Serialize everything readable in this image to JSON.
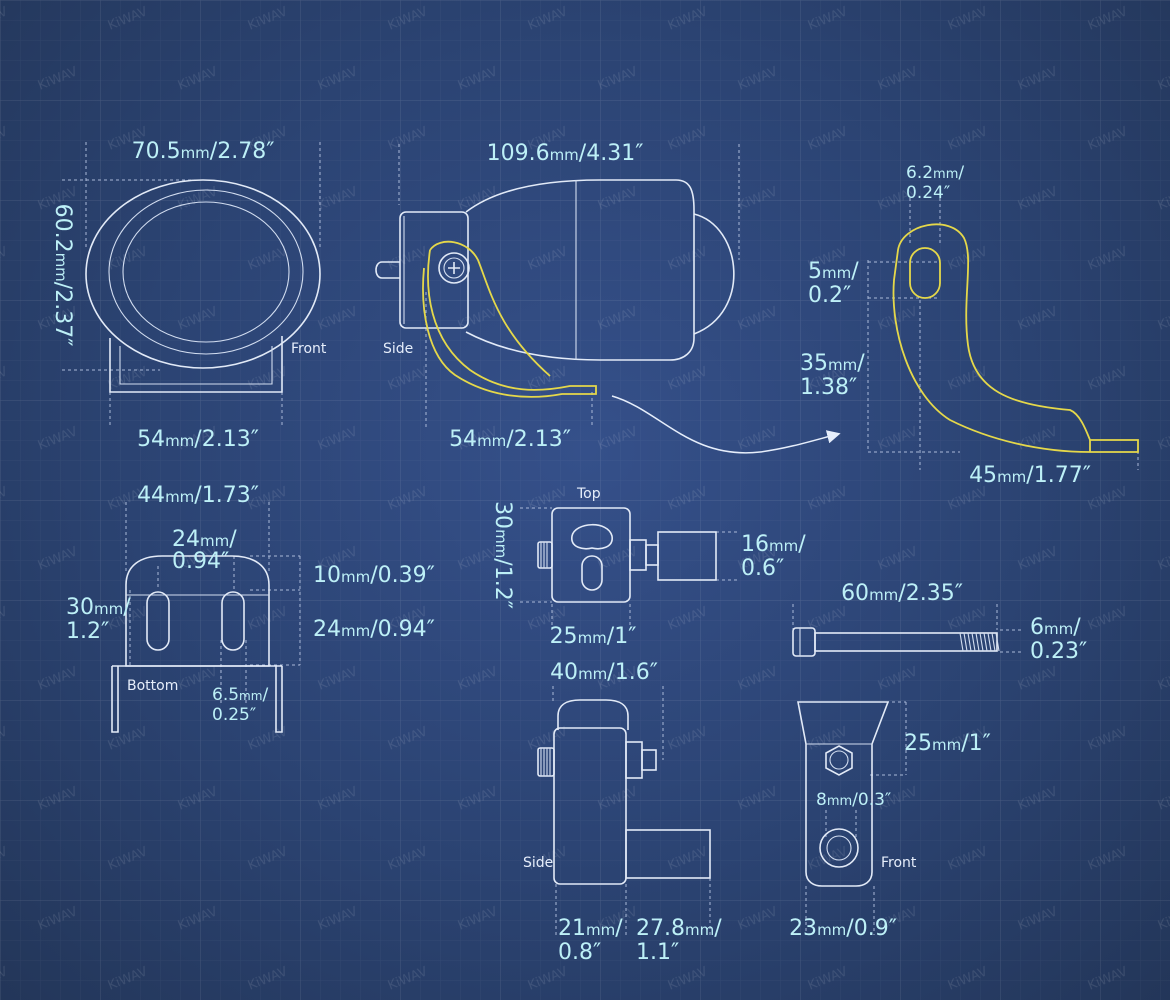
{
  "watermark": "KiWAV",
  "colors": {
    "background": "#2b4372",
    "dimension_text": "#bdf0f7",
    "outline": "#e2eaf7",
    "bracket_highlight": "#e5d84a"
  },
  "labels": {
    "front": "Front",
    "side": "Side",
    "top": "Top",
    "bottom": "Bottom"
  },
  "dimensions": {
    "front_width_top": {
      "value": "70.5",
      "unit": "mm",
      "imperial": "2.78″"
    },
    "front_height": {
      "value": "60.2",
      "unit": "mm",
      "imperial": "2.37″"
    },
    "front_width_base": {
      "value": "54",
      "unit": "mm",
      "imperial": "2.13″"
    },
    "side_length": {
      "value": "109.6",
      "unit": "mm",
      "imperial": "4.31″"
    },
    "side_base": {
      "value": "54",
      "unit": "mm",
      "imperial": "2.13″"
    },
    "bracket_slot_width": {
      "value": "6.2",
      "unit": "mm",
      "imperial": "0.24″"
    },
    "bracket_slot_len": {
      "value": "5",
      "unit": "mm",
      "imperial": "0.2″"
    },
    "bracket_height": {
      "value": "35",
      "unit": "mm",
      "imperial": "1.38″"
    },
    "bracket_foot": {
      "value": "45",
      "unit": "mm",
      "imperial": "1.77″"
    },
    "bottom_width": {
      "value": "44",
      "unit": "mm",
      "imperial": "1.73″"
    },
    "bottom_slot_space": {
      "value": "24",
      "unit": "mm",
      "imperial": "0.94″"
    },
    "bottom_top_gap": {
      "value": "10",
      "unit": "mm",
      "imperial": "0.39″"
    },
    "bottom_slot_height": {
      "value": "24",
      "unit": "mm",
      "imperial": "0.94″"
    },
    "bottom_height": {
      "value": "30",
      "unit": "mm",
      "imperial": "1.2″"
    },
    "bottom_slot_width": {
      "value": "6.5",
      "unit": "mm",
      "imperial": "0.25″"
    },
    "clamp_top_height": {
      "value": "30",
      "unit": "mm",
      "imperial": "1.2″"
    },
    "clamp_top_bolt": {
      "value": "16",
      "unit": "mm",
      "imperial": "0.6″"
    },
    "clamp_top_width": {
      "value": "25",
      "unit": "mm",
      "imperial": "1″"
    },
    "clamp_side_width": {
      "value": "40",
      "unit": "mm",
      "imperial": "1.6″"
    },
    "clamp_side_body": {
      "value": "21",
      "unit": "mm",
      "imperial": "0.8″"
    },
    "clamp_side_tab": {
      "value": "27.8",
      "unit": "mm",
      "imperial": "1.1″"
    },
    "bolt_length": {
      "value": "60",
      "unit": "mm",
      "imperial": "2.35″"
    },
    "bolt_dia": {
      "value": "6",
      "unit": "mm",
      "imperial": "0.23″"
    },
    "plate_top": {
      "value": "25",
      "unit": "mm",
      "imperial": "1″"
    },
    "plate_hole": {
      "value": "8",
      "unit": "mm",
      "imperial": "0.3″"
    },
    "plate_width": {
      "value": "23",
      "unit": "mm",
      "imperial": "0.9″"
    }
  }
}
